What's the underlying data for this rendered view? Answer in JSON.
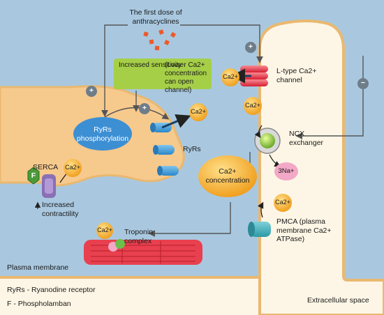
{
  "title": "The first dose of anthracyclines",
  "ion_label": "Ca2+",
  "sodium_label": "3Na+",
  "labels": {
    "increased_sensitivity": "Increased sensitivity",
    "lower_ca_note": "(Lower Ca2+ concentration can open channel)",
    "ryrs_phosphorylation": "RyRs phosphorylation",
    "ryrs": "RyRs",
    "l_type_channel": "L-type Ca2+ channel",
    "ncx_exchanger": "NCX exchanger",
    "ca_concentration": "Ca2+ concentration",
    "pmca": "PMCA (plasma membrane Ca2+ ATPase)",
    "serca": "SERCA",
    "phospholamban_letter": "F",
    "increased_contractility": "Increased contractility",
    "troponin_complex": "Troponin complex",
    "plasma_membrane": "Plasma membrane",
    "extracellular_space": "Extracellular space"
  },
  "signs": {
    "plus": "+",
    "minus": "−"
  },
  "legend": [
    "RyRs - Ryanodine receptor",
    "F - Phospholamban"
  ],
  "colors": {
    "cytoplasm": "#a9c8e0",
    "background": "#fdf6e6",
    "sarcoplasmic_reticulum": "#f6c98d",
    "membrane_edge": "#e9b870",
    "calcium_ion": "#f5a623",
    "phosphorylation_oval": "#3d8fd3",
    "sensitivity_box": "#a6cf48",
    "l_type_channel": "#e0283a",
    "ncx": "#8bc63f",
    "sodium_ion": "#f2a8c6",
    "troponin_fiber": "#e8404e",
    "drug_particles": "#ec5a2a"
  }
}
